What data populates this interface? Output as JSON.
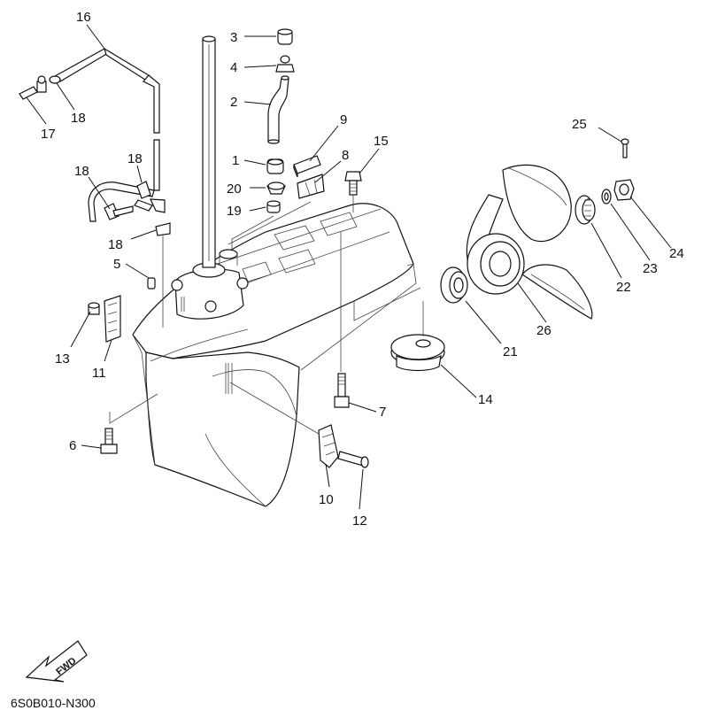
{
  "diagram": {
    "code": "6S0B010-N300",
    "fwd_label": "FWD",
    "callouts": {
      "c1": "1",
      "c2": "2",
      "c3": "3",
      "c4": "4",
      "c5": "5",
      "c6": "6",
      "c7": "7",
      "c8": "8",
      "c9": "9",
      "c10": "10",
      "c11": "11",
      "c12": "12",
      "c13": "13",
      "c14": "14",
      "c15": "15",
      "c16": "16",
      "c17": "17",
      "c18a": "18",
      "c18b": "18",
      "c18c": "18",
      "c18d": "18",
      "c19": "19",
      "c20": "20",
      "c21": "21",
      "c22": "22",
      "c23": "23",
      "c24": "24",
      "c25": "25",
      "c26": "26"
    }
  }
}
